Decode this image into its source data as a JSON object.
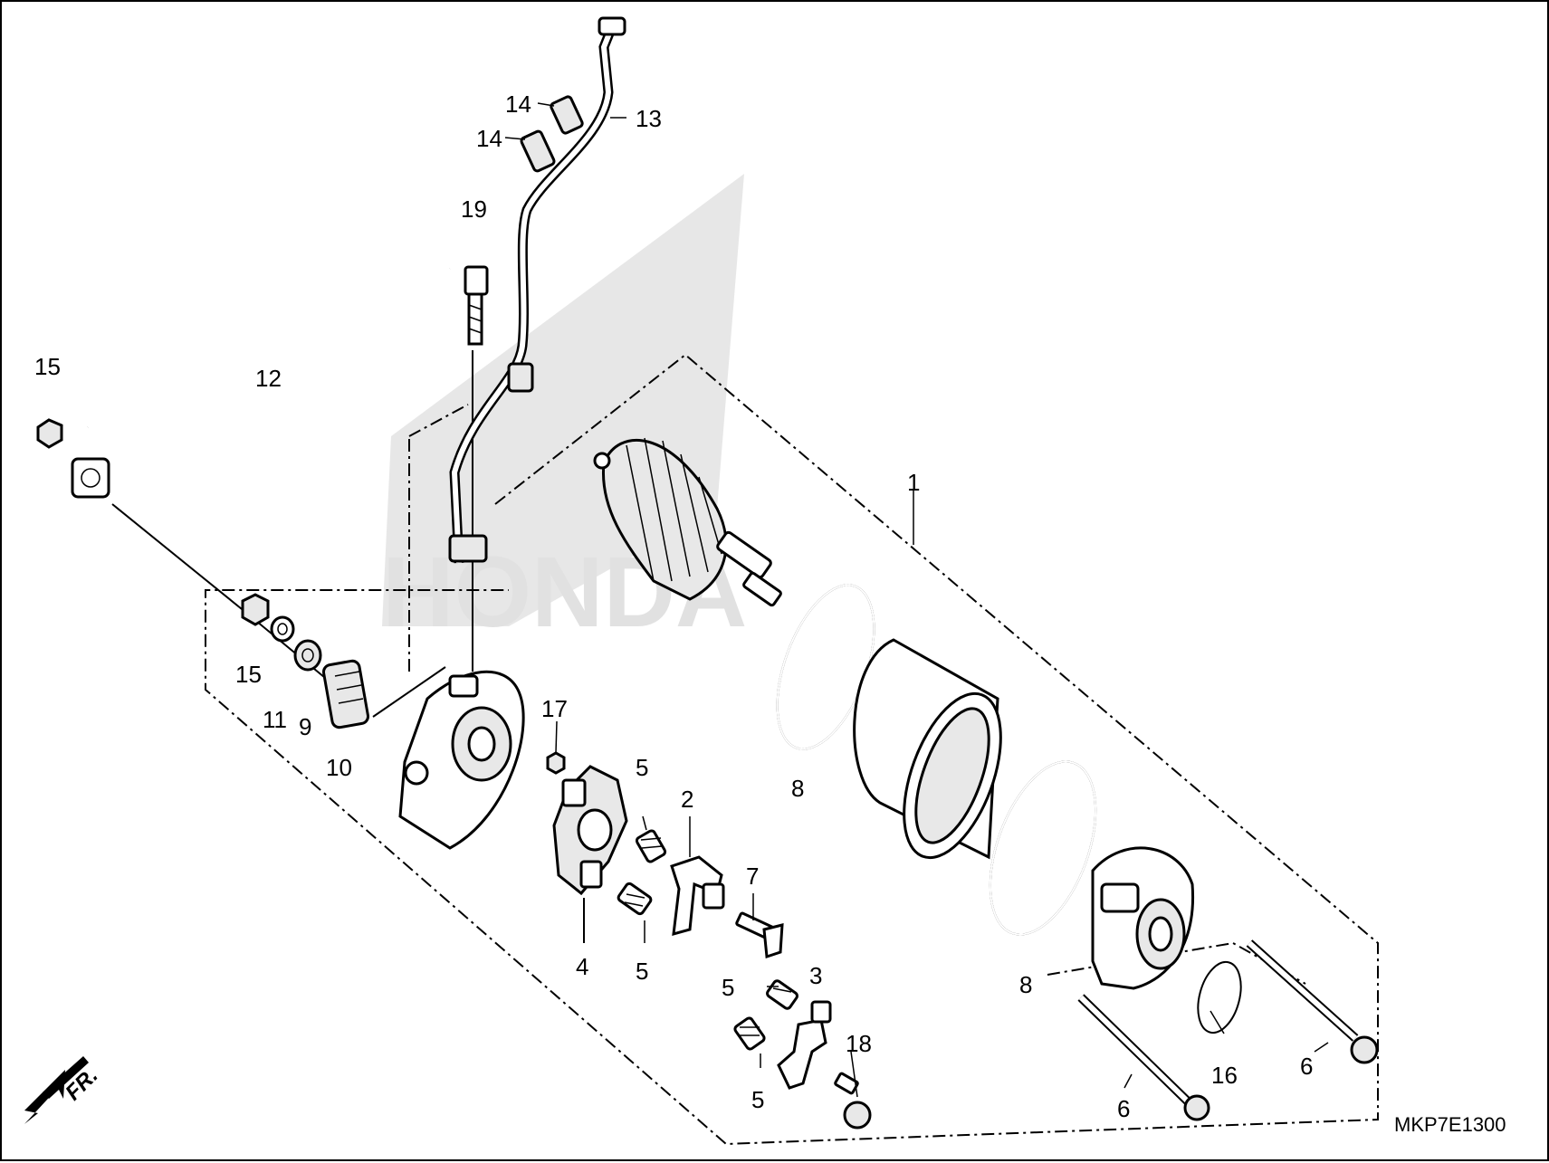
{
  "diagram": {
    "drawing_code": "MKP7E1300",
    "direction_label": "FR.",
    "callouts": {
      "c1": "1",
      "c2": "2",
      "c3": "3",
      "c4": "4",
      "c5a": "5",
      "c5b": "5",
      "c5c": "5",
      "c5d": "5",
      "c6a": "6",
      "c6b": "6",
      "c7": "7",
      "c8a": "8",
      "c8b": "8",
      "c9": "9",
      "c10": "10",
      "c11": "11",
      "c12": "12",
      "c13": "13",
      "c14a": "14",
      "c14b": "14",
      "c15a": "15",
      "c15b": "15",
      "c16": "16",
      "c17": "17",
      "c18": "18",
      "c19": "19"
    }
  }
}
